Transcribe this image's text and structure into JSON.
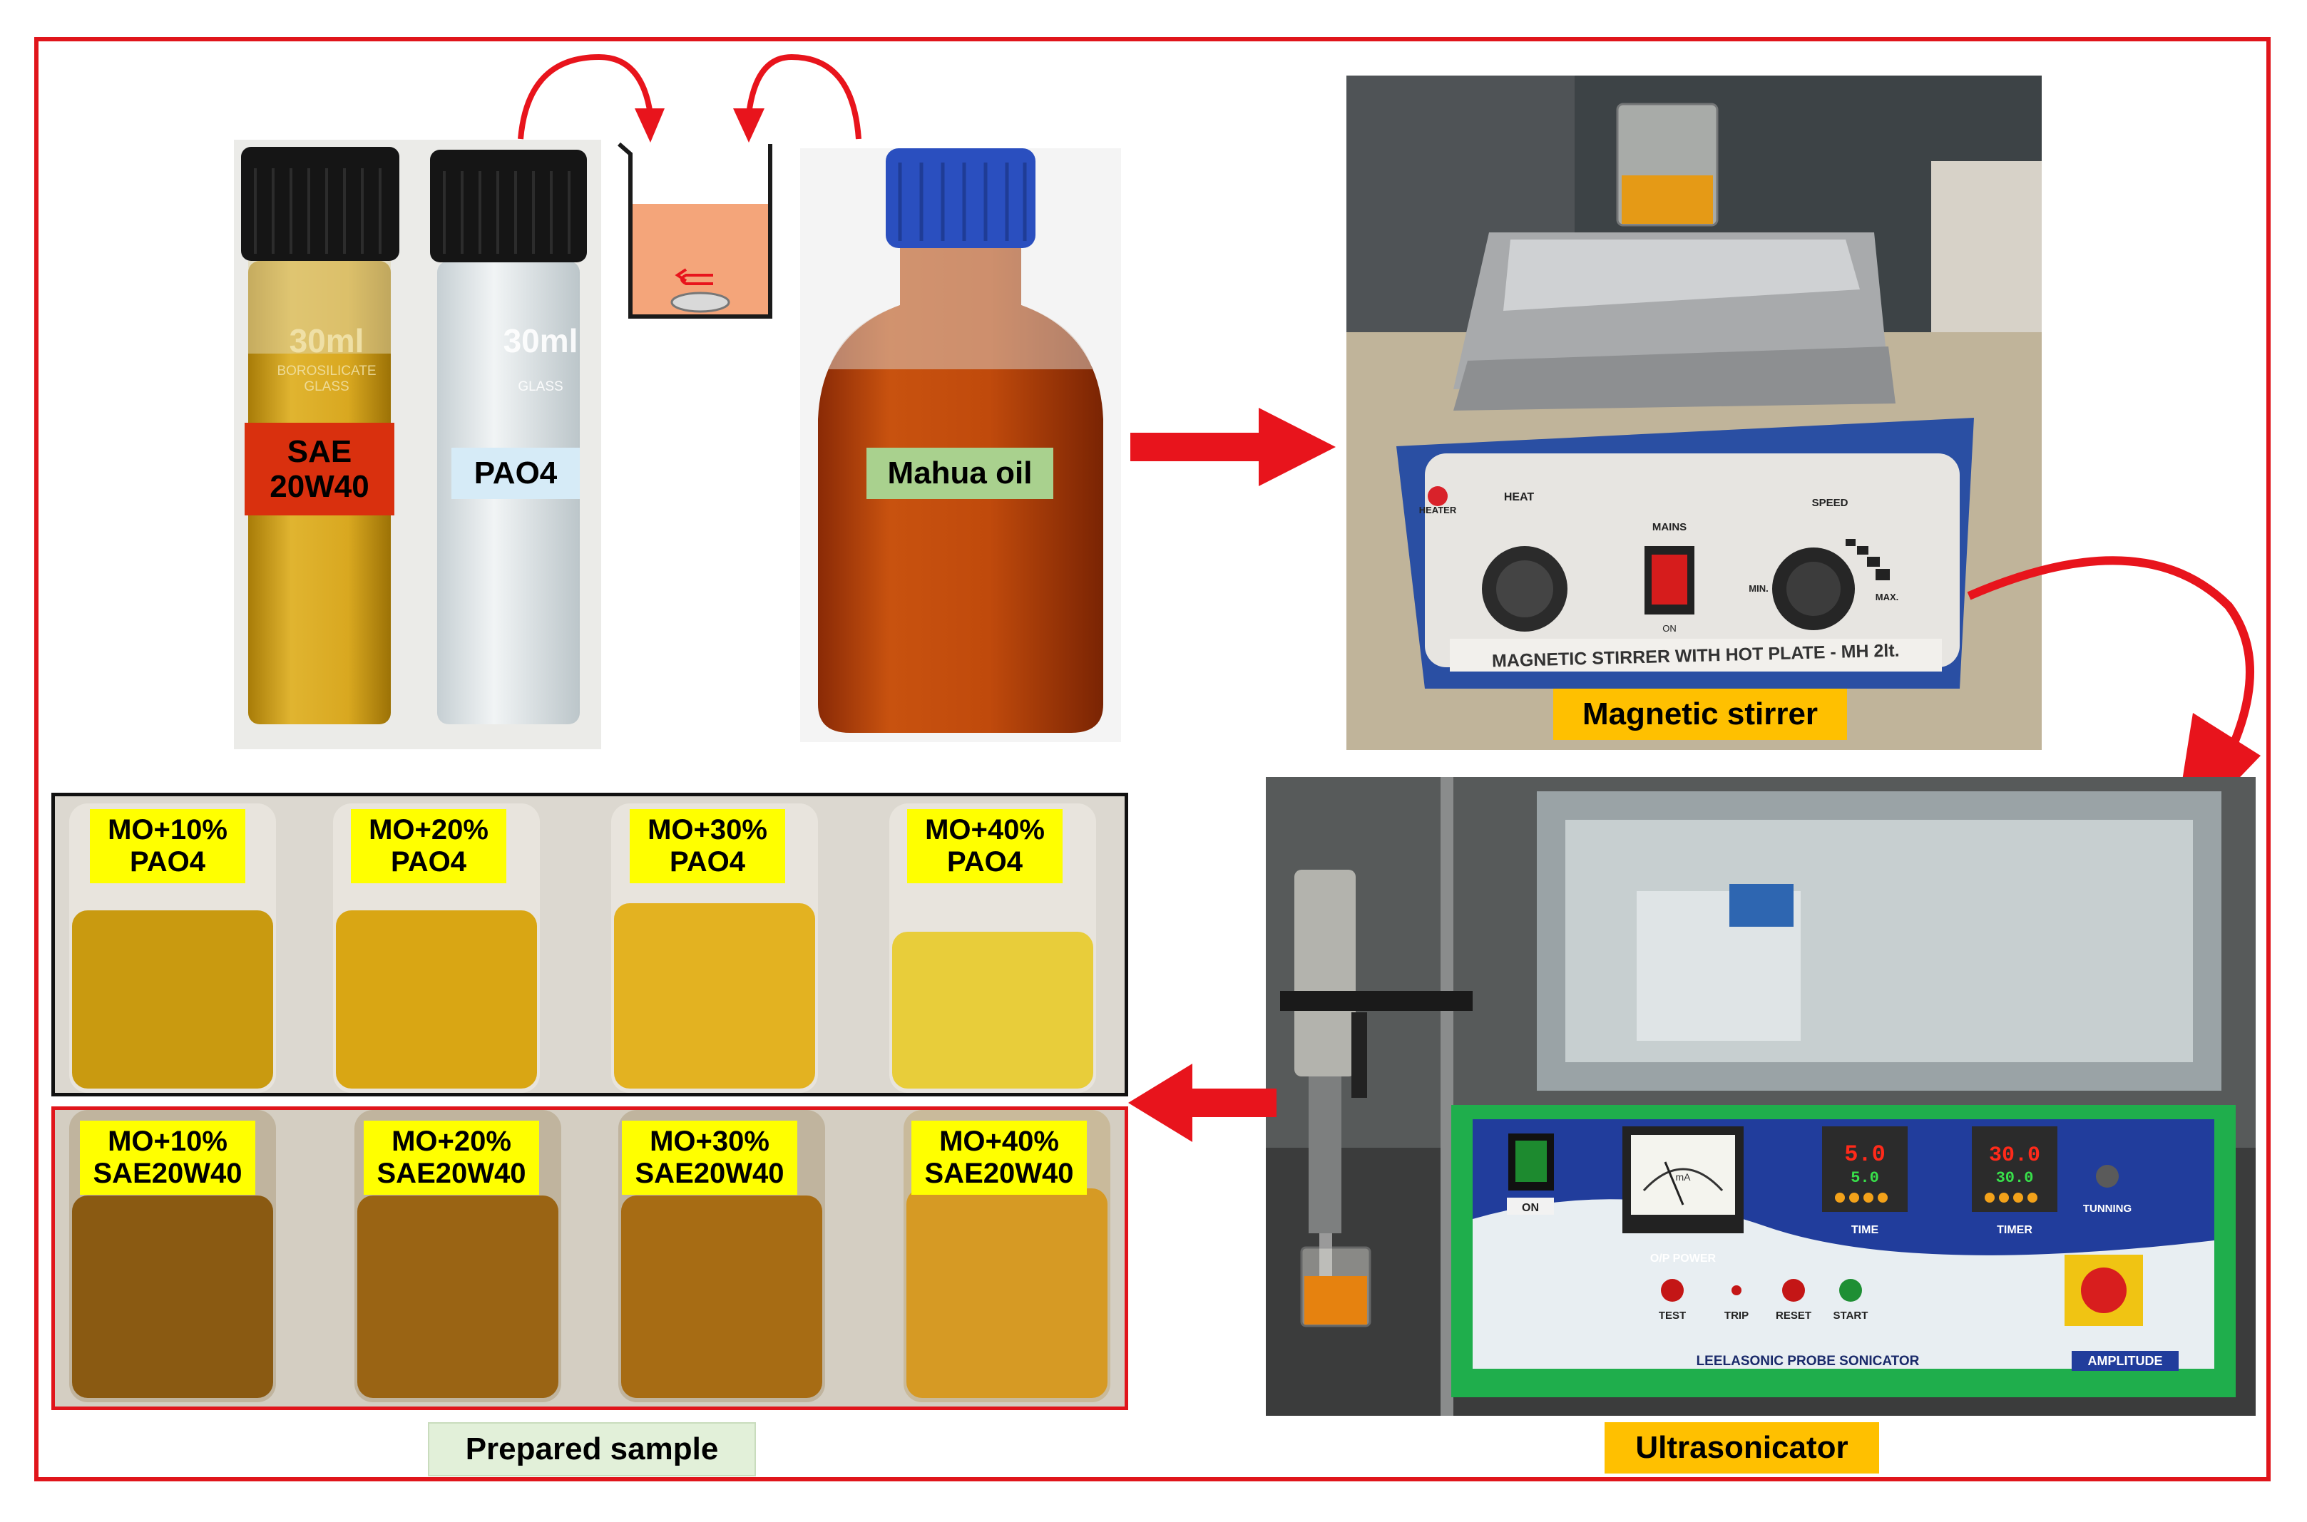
{
  "figure": {
    "bottles": {
      "sae_label_line1": "SAE",
      "sae_label_line2": "20W40",
      "pao_label": "PAO4",
      "vial_marking": "30ml",
      "vial_marking_sub1": "BOROSILICATE",
      "vial_marking_sub2": "GLASS",
      "mahua_label": "Mahua oil"
    },
    "stirrer": {
      "caption": "Magnetic stirrer",
      "plate_text": "MAGNETIC STIRRER WITH HOT PLATE - MH 2lt.",
      "heat_label": "HEAT",
      "mains_label": "MAINS",
      "speed_label": "SPEED",
      "heater_label": "HEATER",
      "on_label": "ON",
      "min_label": "MIN.",
      "max_label": "MAX."
    },
    "sonicator": {
      "caption": "Ultrasonicator",
      "brand_text": "LEELASONIC PROBE SONICATOR",
      "amplitude_label": "AMPLITUDE",
      "op_power_label": "O/P POWER",
      "time_label": "TIME",
      "timer_label": "TIMER",
      "tunning_label": "TUNNING",
      "on_label": "ON",
      "test_label": "TEST",
      "trip_label": "TRIP",
      "reset_label": "RESET",
      "start_label": "START",
      "display_time_top": "5.0",
      "display_time_bottom": "5.0",
      "display_timer_top": "30.0",
      "display_timer_bottom": "30.0",
      "meter_unit": "mA"
    },
    "samples": {
      "caption": "Prepared sample",
      "pao_row": [
        {
          "line1": "MO+10%",
          "line2": "PAO4"
        },
        {
          "line1": "MO+20%",
          "line2": "PAO4"
        },
        {
          "line1": "MO+30%",
          "line2": "PAO4"
        },
        {
          "line1": "MO+40%",
          "line2": "PAO4"
        }
      ],
      "sae_row": [
        {
          "line1": "MO+10%",
          "line2": "SAE20W40"
        },
        {
          "line1": "MO+20%",
          "line2": "SAE20W40"
        },
        {
          "line1": "MO+30%",
          "line2": "SAE20W40"
        },
        {
          "line1": "MO+40%",
          "line2": "SAE20W40"
        }
      ]
    },
    "colors": {
      "frame_red": "#e0151b",
      "arrow_red": "#e8141c",
      "label_yellow": "#ffff00",
      "caption_orange": "#ffc000",
      "caption_green": "#e2f0d9",
      "sae_label_red": "#d9300e",
      "pao_label_blue": "#d6ebf7",
      "mahua_label_green": "#a9d18e"
    }
  }
}
